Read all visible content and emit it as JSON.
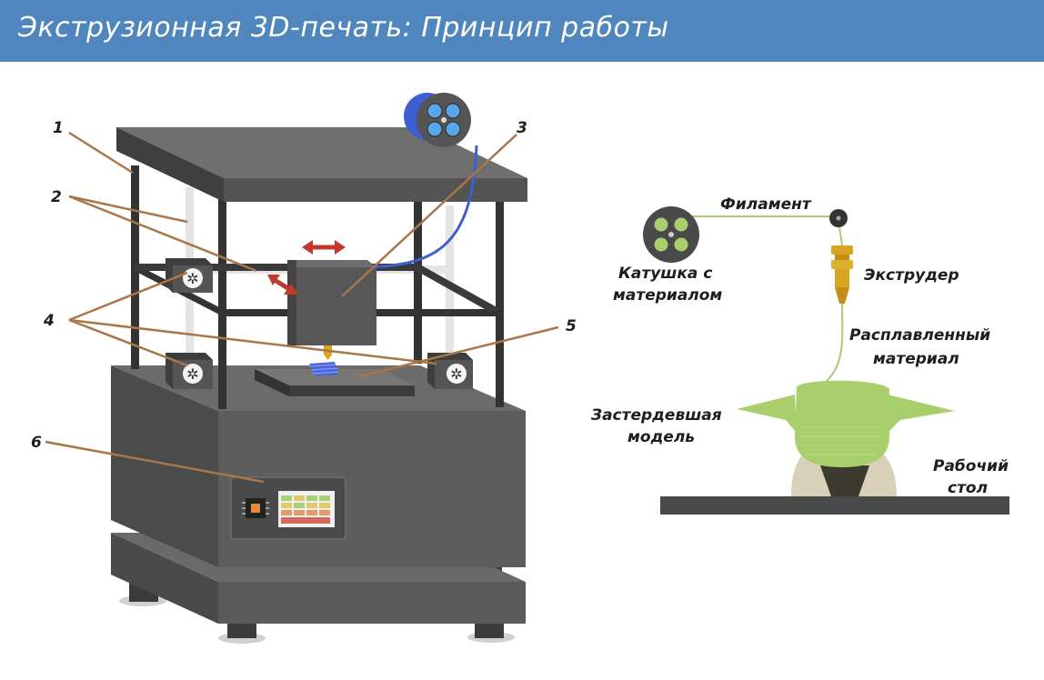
{
  "header": {
    "title": "Экструзионная 3D-печать: Принцип работы"
  },
  "printer": {
    "callouts": [
      "1",
      "2",
      "4",
      "3",
      "5",
      "6"
    ]
  },
  "schematic": {
    "filament_label": "Филамент",
    "spool_label_line1": "Катушка с",
    "spool_label_line2": "материалом",
    "extruder_label": "Экструдер",
    "molten_label_line1": "Расплавленный",
    "molten_label_line2": "материал",
    "solid_label_line1": "Застердевшая",
    "solid_label_line2": "модель",
    "table_label_line1": "Рабочий",
    "table_label_line2": "стол"
  },
  "colors": {
    "header_bg": "#4f86bd",
    "frame": "#3a3a3a",
    "body": "#5a5a5a",
    "callout_line": "#a87648",
    "arrow": "#c0392b",
    "filament_blue": "#3d5fd0",
    "extruder": "#d9a520",
    "model_green": "#a9cf6c",
    "table": "#4a4a4a"
  },
  "icons": [
    "spool-icon",
    "fan-icon",
    "chip-icon",
    "display-icon",
    "pulley-icon"
  ]
}
